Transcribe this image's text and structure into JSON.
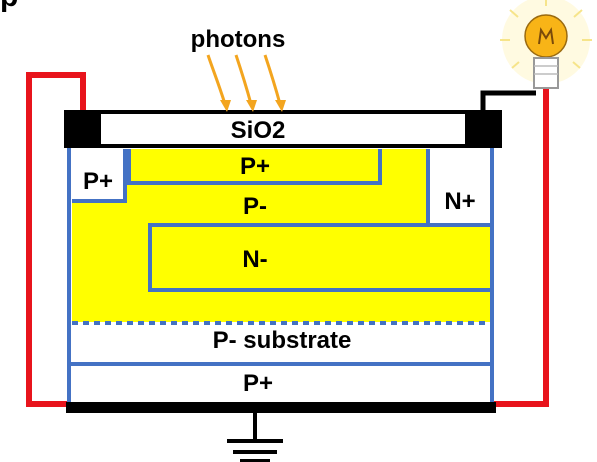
{
  "diagram": {
    "corner_fragment": "p",
    "photons_label": "photons",
    "oxide_label": "SiO2",
    "regions": {
      "p_plus_top": "P+",
      "p_plus_left": "P+",
      "n_plus_right": "N+",
      "p_minus": "P-",
      "n_minus": "N-",
      "p_substrate": "P- substrate",
      "p_plus_bottom": "P+"
    },
    "icons": [
      "light-bulb-icon",
      "ground-icon",
      "photon-arrow-icon"
    ]
  },
  "colors": {
    "yellow": "#FFFF00",
    "blue": "#4472C4",
    "red": "#E8141C",
    "black": "#000000",
    "arrow": "#F3A51F",
    "bulb": "#F8B417"
  }
}
